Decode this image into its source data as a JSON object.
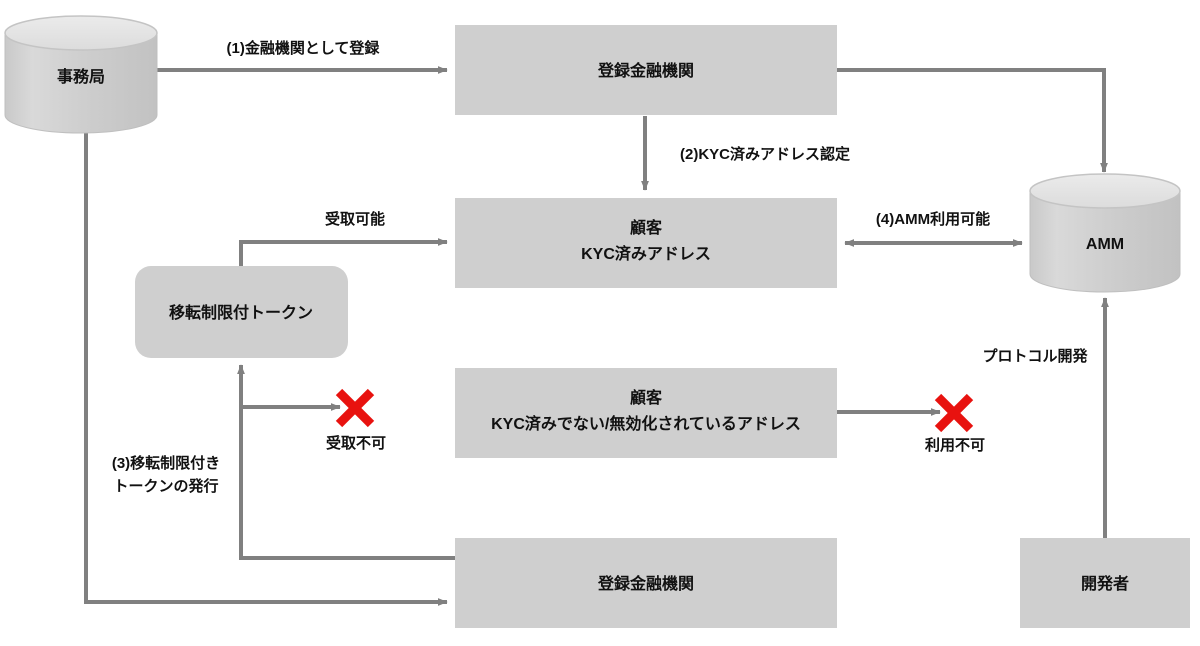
{
  "diagram": {
    "background_color": "#ffffff",
    "node_fill": "#cfcfcf",
    "cylinder_fill": "#d2d2d2",
    "cylinder_top_fill": "#e2e2e2",
    "connector_color": "#808080",
    "text_color": "#111111",
    "x_mark_color": "#e8120f",
    "nodes": [
      {
        "id": "jimukyoku",
        "shape": "cylinder",
        "label": "事務局"
      },
      {
        "id": "registered-fi-top",
        "shape": "rect",
        "label": "登録金融機関"
      },
      {
        "id": "customer-kyc",
        "shape": "rect",
        "label_line1": "顧客",
        "label_line2": "KYC済みアドレス"
      },
      {
        "id": "amm",
        "shape": "cylinder",
        "label": "AMM"
      },
      {
        "id": "restricted-token",
        "shape": "rounded-rect",
        "label": "移転制限付トークン"
      },
      {
        "id": "customer-non-kyc",
        "shape": "rect",
        "label_line1": "顧客",
        "label_line2": "KYC済みでない/無効化されているアドレス"
      },
      {
        "id": "registered-fi-bottom",
        "shape": "rect",
        "label": "登録金融機関"
      },
      {
        "id": "developer",
        "shape": "rect",
        "label": "開発者"
      }
    ],
    "edge_labels": {
      "register_as_fi": "(1)金融機関として登録",
      "kyc_address_certification": "(2)KYC済みアドレス認定",
      "issue_restricted_token_line1": "(3)移転制限付き",
      "issue_restricted_token_line2": "トークンの発行",
      "amm_available": "(4)AMM利用可能",
      "receivable": "受取可能",
      "not_receivable": "受取不可",
      "not_usable": "利用不可",
      "protocol_development": "プロトコル開発"
    },
    "markers": {
      "x_glyph": "✖"
    }
  }
}
